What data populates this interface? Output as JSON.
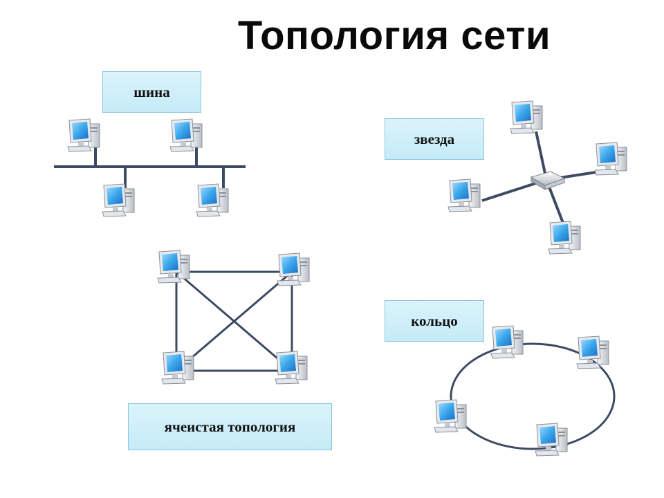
{
  "title": "Топология сети",
  "topologies": {
    "bus": {
      "label": "шина"
    },
    "star": {
      "label": "звезда"
    },
    "mesh": {
      "label": "ячеистая топология"
    },
    "ring": {
      "label": "кольцо"
    }
  },
  "colors": {
    "line": "#3c4a63",
    "monitor_screen": "#3aa6ea",
    "computer_case": "#dcdfe4",
    "label_bg": "#c9edf9",
    "label_border": "#8cc6dc"
  },
  "icons": {
    "computer": "computer-icon",
    "hub": "hub-icon"
  }
}
